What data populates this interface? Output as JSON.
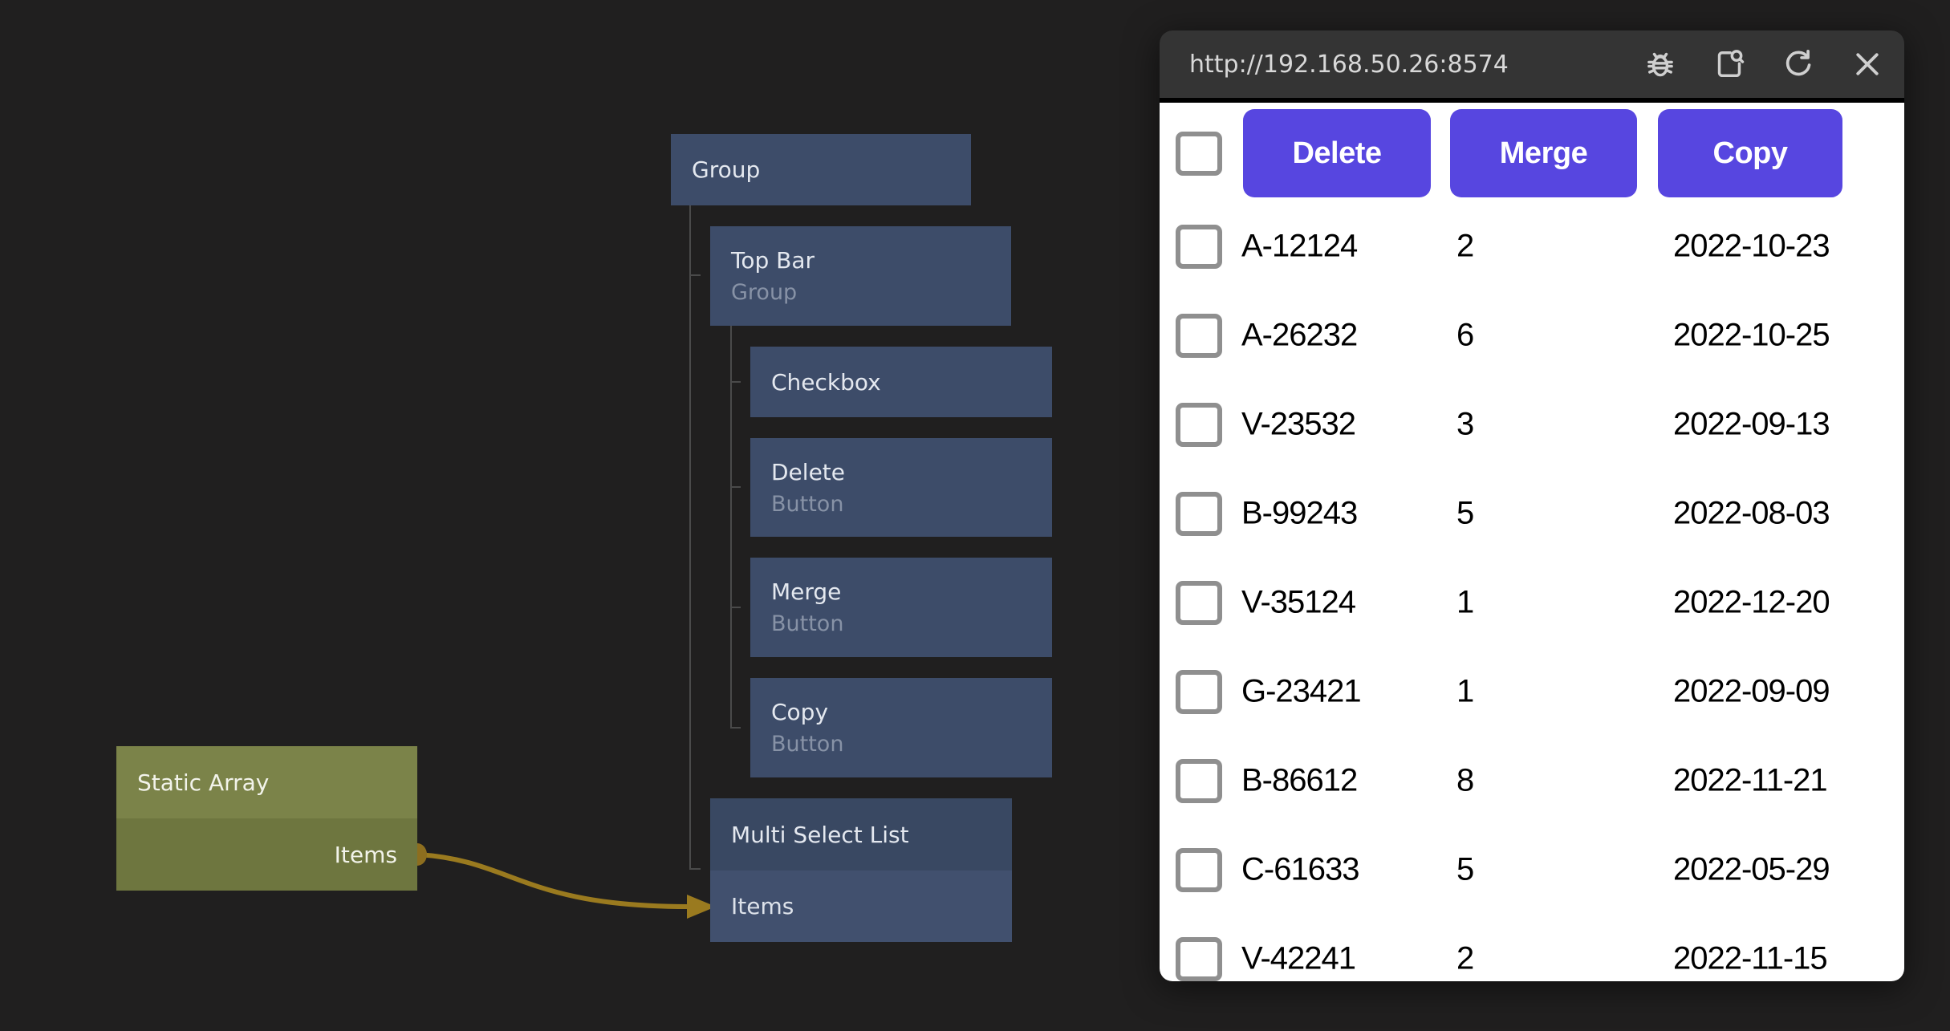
{
  "canvas": {
    "nodes": {
      "group": {
        "title": "Group"
      },
      "top_bar": {
        "title": "Top Bar",
        "subtitle": "Group"
      },
      "checkbox": {
        "title": "Checkbox"
      },
      "delete": {
        "title": "Delete",
        "subtitle": "Button"
      },
      "merge": {
        "title": "Merge",
        "subtitle": "Button"
      },
      "copy": {
        "title": "Copy",
        "subtitle": "Button"
      },
      "multi_select_list": {
        "title": "Multi Select List",
        "input_port": "Items"
      },
      "static_array": {
        "title": "Static Array",
        "output_port": "Items"
      }
    },
    "colors": {
      "background": "#201f1f",
      "node_blue": "#3d4c69",
      "node_blue_header": "#394862",
      "node_blue_body": "#41506e",
      "olive_header": "#7b8349",
      "olive_body": "#6e763f",
      "wire": "#9a7a1f",
      "port": "#8d6e1f",
      "tree_line": "#4a4a4a"
    }
  },
  "preview_window": {
    "url": "http://192.168.50.26:8574",
    "titlebar_icons": [
      "bug-icon",
      "inspect-page-icon",
      "refresh-icon",
      "close-icon"
    ],
    "accent_color": "#5746e0",
    "toolbar": {
      "delete_label": "Delete",
      "merge_label": "Merge",
      "copy_label": "Copy"
    },
    "list": {
      "columns": [
        "checkbox",
        "id",
        "quantity",
        "date"
      ],
      "rows": [
        {
          "id": "A-12124",
          "qty": "2",
          "date": "2022-10-23"
        },
        {
          "id": "A-26232",
          "qty": "6",
          "date": "2022-10-25"
        },
        {
          "id": "V-23532",
          "qty": "3",
          "date": "2022-09-13"
        },
        {
          "id": "B-99243",
          "qty": "5",
          "date": "2022-08-03"
        },
        {
          "id": "V-35124",
          "qty": "1",
          "date": "2022-12-20"
        },
        {
          "id": "G-23421",
          "qty": "1",
          "date": "2022-09-09"
        },
        {
          "id": "B-86612",
          "qty": "8",
          "date": "2022-11-21"
        },
        {
          "id": "C-61633",
          "qty": "5",
          "date": "2022-05-29"
        },
        {
          "id": "V-42241",
          "qty": "2",
          "date": "2022-11-15"
        }
      ]
    }
  }
}
